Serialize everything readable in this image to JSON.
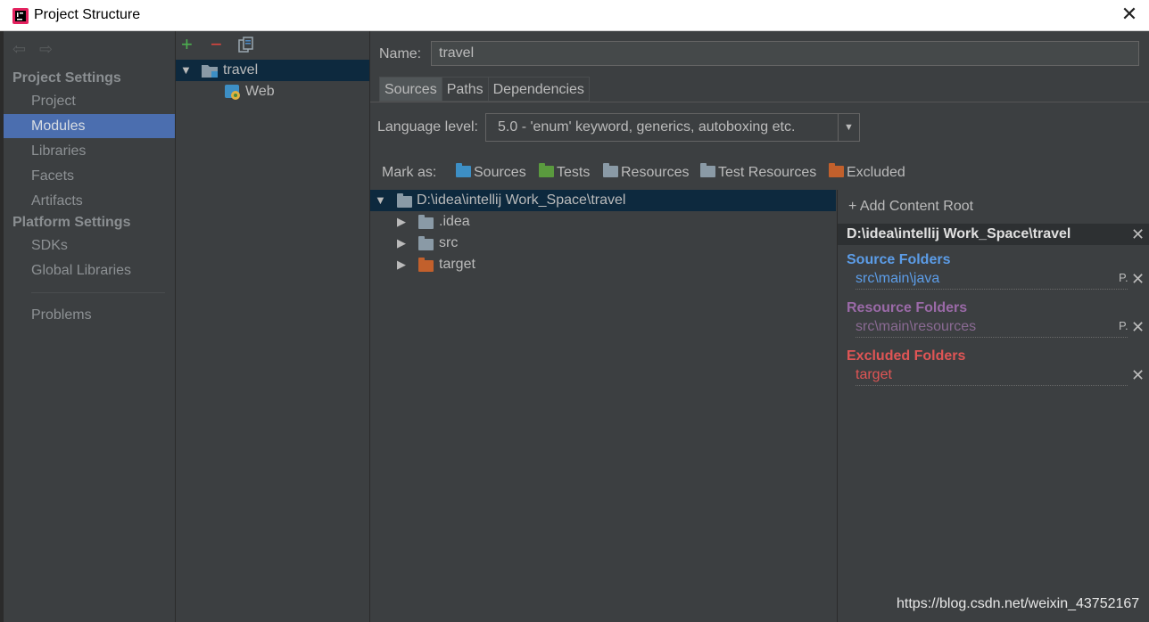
{
  "window": {
    "title": "Project Structure",
    "close_glyph": "✕"
  },
  "sidebar": {
    "back_glyph": "⇦",
    "forward_glyph": "⇨",
    "project_settings_header": "Project Settings",
    "project_settings_items": [
      {
        "label": "Project"
      },
      {
        "label": "Modules",
        "selected": true
      },
      {
        "label": "Libraries"
      },
      {
        "label": "Facets"
      },
      {
        "label": "Artifacts"
      }
    ],
    "platform_settings_header": "Platform Settings",
    "platform_settings_items": [
      {
        "label": "SDKs"
      },
      {
        "label": "Global Libraries"
      }
    ],
    "problems_label": "Problems"
  },
  "modules": {
    "add_glyph": "+",
    "remove_glyph": "−",
    "tree": [
      {
        "label": "travel",
        "expanded": true,
        "selected": true
      },
      {
        "label": "Web"
      }
    ]
  },
  "module_settings": {
    "name_label": "Name:",
    "name_value": "travel",
    "tabs": [
      {
        "label": "Sources",
        "active": true
      },
      {
        "label": "Paths"
      },
      {
        "label": "Dependencies"
      }
    ],
    "language_level_label": "Language level:",
    "language_level_value": "5.0 - 'enum' keyword, generics, autoboxing etc.",
    "mark_as_label": "Mark as:",
    "mark_as_options": [
      {
        "label": "Sources",
        "color": "#3d8fc5"
      },
      {
        "label": "Tests",
        "color": "#5a9a3e"
      },
      {
        "label": "Resources",
        "color": "#8a9aa6"
      },
      {
        "label": "Test Resources",
        "color": "#8a9aa6"
      },
      {
        "label": "Excluded",
        "color": "#c2602c"
      }
    ],
    "file_tree": [
      {
        "label": "D:\\idea\\intellij Work_Space\\travel",
        "expanded": true,
        "selected": true,
        "color": "#8a9aa6"
      },
      {
        "label": ".idea",
        "color": "#8a9aa6"
      },
      {
        "label": "src",
        "color": "#8a9aa6"
      },
      {
        "label": "target",
        "color": "#c2602c"
      }
    ]
  },
  "content_root": {
    "add_label": "+ Add Content Root",
    "root_path": "D:\\idea\\intellij Work_Space\\travel",
    "source_folders_header": "Source Folders",
    "source_folders": [
      "src\\main\\java"
    ],
    "resource_folders_header": "Resource Folders",
    "resource_folders": [
      "src\\main\\resources"
    ],
    "excluded_folders_header": "Excluded Folders",
    "excluded_folders": [
      "target"
    ],
    "properties_glyph": "P.",
    "remove_glyph": "✕",
    "colors": {
      "source": "#5c9de8",
      "resource": "#9b6aa8",
      "excluded": "#e05555"
    }
  },
  "watermark": "https://blog.csdn.net/weixin_43752167"
}
